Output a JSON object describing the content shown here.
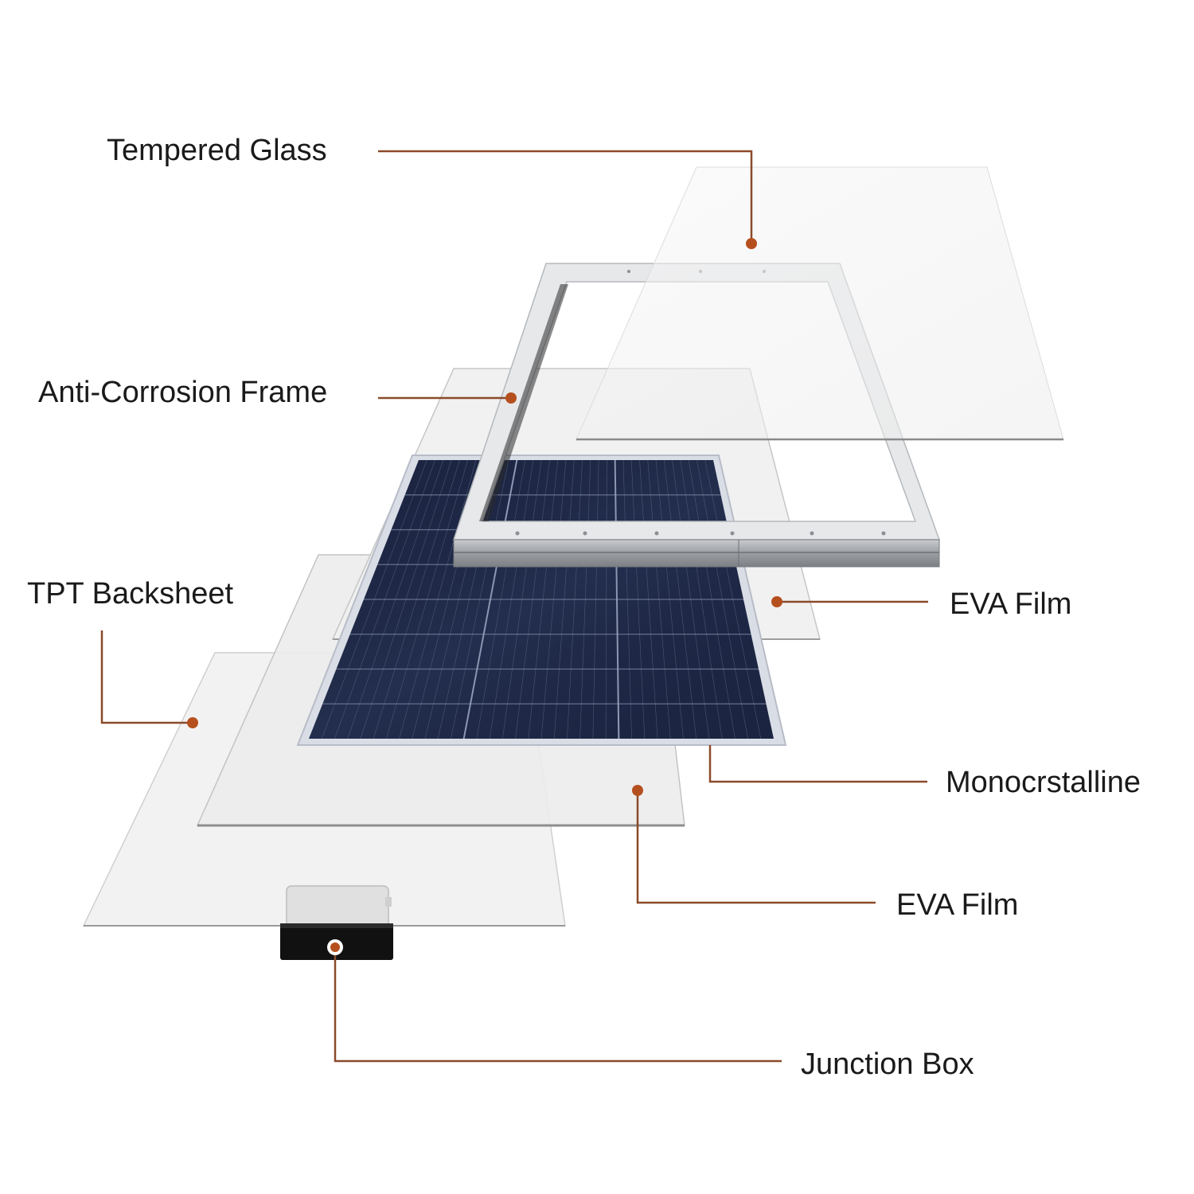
{
  "labels": {
    "tempered_glass": "Tempered Glass",
    "anti_corrosion_frame": "Anti-Corrosion Frame",
    "tpt_backsheet": "TPT Backsheet",
    "eva_film_top": "EVA Film",
    "monocrystalline": "Monocrstalline",
    "eva_film_bottom": "EVA Film",
    "junction_box": "Junction Box"
  },
  "colors": {
    "leader_line": "#8b4a2a",
    "leader_dot": "#b5501e",
    "sheet_fill": "#f1f1f1",
    "sheet_edge": "#b9b9b9",
    "solar_cell": "#1b2440",
    "cell_grid": "#aab6cc",
    "frame_face": "#e4e6e8",
    "frame_side": "#a5a8ac",
    "junction_box_base": "#111111",
    "junction_box_cover": "#e2e2e2"
  }
}
